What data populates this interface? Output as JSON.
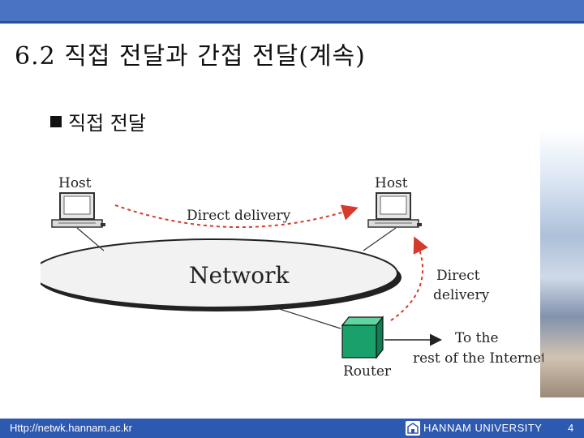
{
  "title": "6.2 직접 전달과 간접 전달(계속)",
  "bullet": "직접 전달",
  "diagram": {
    "host_left": "Host",
    "host_right": "Host",
    "direct_delivery_top": "Direct delivery",
    "network": "Network",
    "direct_right_line1": "Direct",
    "direct_right_line2": "delivery",
    "to_the": "To the",
    "rest_internet": "rest of the Internet",
    "router": "Router",
    "arrow_color": "#d63a2a",
    "router_color": "#1aa06a"
  },
  "footer": {
    "url": "Http://netwk.hannam.ac.kr",
    "university": "HANNAM UNIVERSITY",
    "page": "4"
  }
}
